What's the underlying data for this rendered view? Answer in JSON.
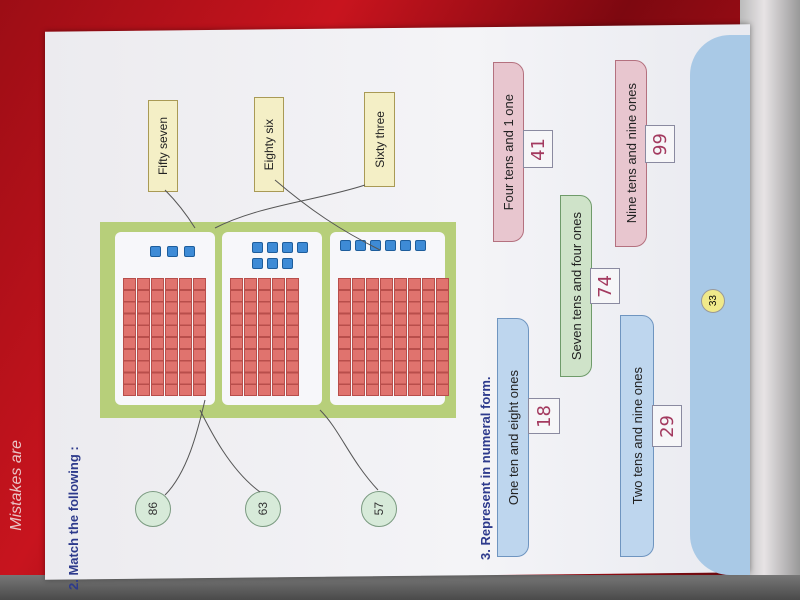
{
  "brand_text": "Mistakes are",
  "section2": {
    "heading": "2. Match the following :",
    "numbers": [
      "86",
      "63",
      "57"
    ],
    "words": [
      "Fifty seven",
      "Eighty six",
      "Sixty three"
    ],
    "blocks": [
      {
        "tens": 6,
        "ones": 3
      },
      {
        "tens": 5,
        "ones": 7
      },
      {
        "tens": 8,
        "ones": 6
      }
    ]
  },
  "section3": {
    "heading": "3. Represent in numeral form.",
    "items": [
      {
        "text": "Four tens and 1 one",
        "answer": "41"
      },
      {
        "text": "Seven tens and four ones",
        "answer": "74"
      },
      {
        "text": "One ten and eight ones",
        "answer": "18"
      },
      {
        "text": "Nine tens and nine ones",
        "answer": "99"
      },
      {
        "text": "Two tens and nine ones",
        "answer": "29"
      }
    ]
  },
  "page_number": "33"
}
